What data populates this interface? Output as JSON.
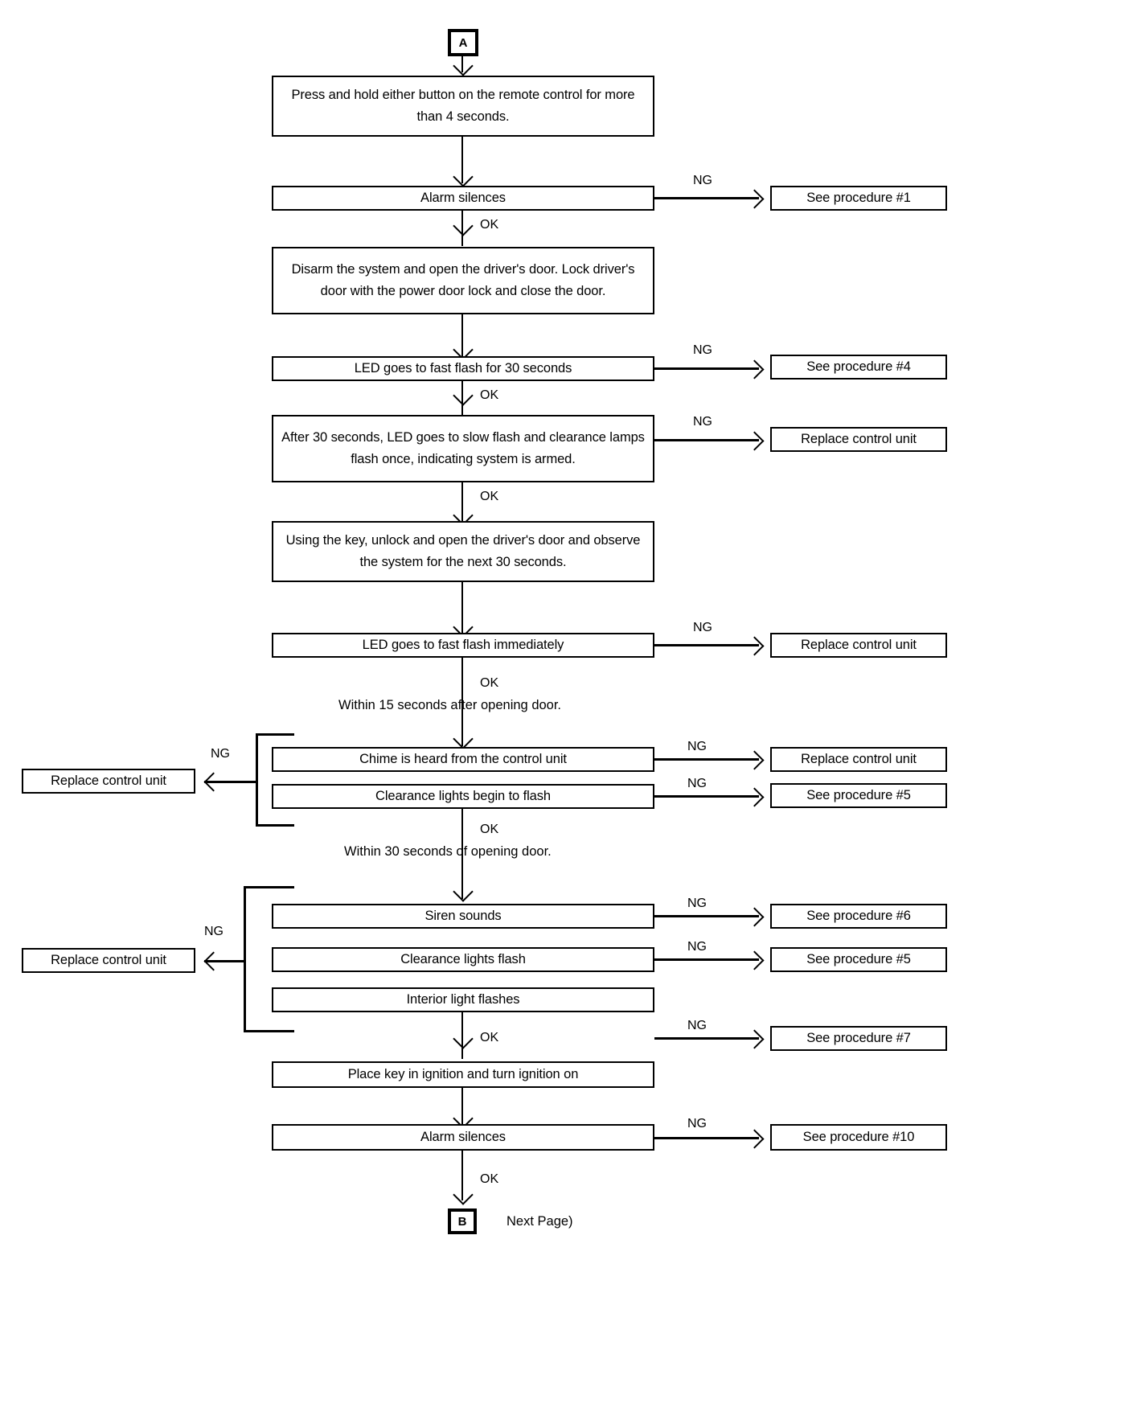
{
  "diagram": {
    "title": "Vehicle security system diagnostic flowchart (page 1)",
    "connector_in": "A",
    "connector_out": "B",
    "next_page_note": "Next Page)",
    "labels": {
      "ok": "OK",
      "ng": "NG"
    },
    "notes": {
      "within15": "Within 15 seconds after opening door.",
      "within30": "Within 30 seconds of opening door."
    },
    "steps": {
      "press_hold": "Press and hold either button on the remote control for more than 4 seconds.",
      "alarm_silences_1": "Alarm silences",
      "disarm": "Disarm the system and open the driver's door. Lock driver's door with the power door lock and close the door.",
      "led_fast_30": "LED goes to fast flash for 30 seconds",
      "after_30": "After 30 seconds, LED goes to slow flash and clearance lamps flash once, indicating system is armed.",
      "using_key": "Using the key, unlock and open the driver's door and observe the system for the next 30 seconds.",
      "led_fast_immediate": "LED goes to fast flash immediately",
      "chime": "Chime is heard from the control unit",
      "clearance_begin": "Clearance lights begin to flash",
      "siren": "Siren sounds",
      "clearance_flash": "Clearance lights flash",
      "interior_light": "Interior light flashes",
      "place_key": "Place key in ignition and turn ignition on",
      "alarm_silences_2": "Alarm silences"
    },
    "outcomes": {
      "proc1": "See procedure #1",
      "proc4": "See procedure #4",
      "replace_1": "Replace control unit",
      "replace_2": "Replace control unit",
      "replace_chime": "Replace control unit",
      "proc5_a": "See procedure #5",
      "replace_left_1": "Replace control unit",
      "proc6": "See procedure #6",
      "proc5_b": "See procedure #5",
      "proc7": "See procedure #7",
      "replace_left_2": "Replace control unit",
      "proc10": "See procedure #10"
    }
  },
  "chart_data": {
    "type": "diagram",
    "subtype": "flowchart",
    "orientation": "top-to-bottom",
    "nodes": [
      {
        "id": "A",
        "kind": "connector",
        "label": "A"
      },
      {
        "id": "n1",
        "kind": "process",
        "label": "Press and hold either button on the remote control for more than 4 seconds."
      },
      {
        "id": "n2",
        "kind": "test",
        "label": "Alarm silences"
      },
      {
        "id": "n3",
        "kind": "process",
        "label": "Disarm the system and open the driver's door. Lock driver's door with the power door lock and close the door."
      },
      {
        "id": "n4",
        "kind": "test",
        "label": "LED goes to fast flash for 30 seconds"
      },
      {
        "id": "n5",
        "kind": "test",
        "label": "After 30 seconds, LED goes to slow flash and clearance lamps flash once, indicating system is armed."
      },
      {
        "id": "n6",
        "kind": "process",
        "label": "Using the key, unlock and open the driver's door and observe the system for the next 30 seconds."
      },
      {
        "id": "n7",
        "kind": "test",
        "label": "LED goes to fast flash immediately"
      },
      {
        "id": "n8",
        "kind": "test",
        "label": "Chime is heard from the control unit"
      },
      {
        "id": "n9",
        "kind": "test",
        "label": "Clearance lights begin to flash"
      },
      {
        "id": "n10",
        "kind": "test",
        "label": "Siren sounds"
      },
      {
        "id": "n11",
        "kind": "test",
        "label": "Clearance lights flash"
      },
      {
        "id": "n12",
        "kind": "test",
        "label": "Interior light flashes"
      },
      {
        "id": "n13",
        "kind": "process",
        "label": "Place key in ignition and turn ignition on"
      },
      {
        "id": "n14",
        "kind": "test",
        "label": "Alarm silences"
      },
      {
        "id": "B",
        "kind": "connector",
        "label": "B"
      },
      {
        "id": "r1",
        "kind": "outcome",
        "label": "See procedure #1"
      },
      {
        "id": "r2",
        "kind": "outcome",
        "label": "See procedure #4"
      },
      {
        "id": "r3",
        "kind": "outcome",
        "label": "Replace control unit"
      },
      {
        "id": "r4",
        "kind": "outcome",
        "label": "Replace control unit"
      },
      {
        "id": "r5",
        "kind": "outcome",
        "label": "Replace control unit"
      },
      {
        "id": "r6",
        "kind": "outcome",
        "label": "See procedure #5"
      },
      {
        "id": "r7",
        "kind": "outcome",
        "label": "Replace control unit"
      },
      {
        "id": "r8",
        "kind": "outcome",
        "label": "See procedure #6"
      },
      {
        "id": "r9",
        "kind": "outcome",
        "label": "See procedure #5"
      },
      {
        "id": "r10",
        "kind": "outcome",
        "label": "See procedure #7"
      },
      {
        "id": "r11",
        "kind": "outcome",
        "label": "Replace control unit"
      },
      {
        "id": "r12",
        "kind": "outcome",
        "label": "See procedure #10"
      }
    ],
    "edges": [
      {
        "from": "A",
        "to": "n1",
        "label": ""
      },
      {
        "from": "n1",
        "to": "n2",
        "label": ""
      },
      {
        "from": "n2",
        "to": "r1",
        "label": "NG"
      },
      {
        "from": "n2",
        "to": "n3",
        "label": "OK"
      },
      {
        "from": "n3",
        "to": "n4",
        "label": ""
      },
      {
        "from": "n4",
        "to": "r2",
        "label": "NG"
      },
      {
        "from": "n4",
        "to": "n5",
        "label": "OK"
      },
      {
        "from": "n5",
        "to": "r3",
        "label": "NG"
      },
      {
        "from": "n5",
        "to": "n6",
        "label": "OK"
      },
      {
        "from": "n6",
        "to": "n7",
        "label": ""
      },
      {
        "from": "n7",
        "to": "r4",
        "label": "NG"
      },
      {
        "from": "n7",
        "to": "n8",
        "label": "OK / Within 15 seconds after opening door."
      },
      {
        "from": "n8",
        "to": "r5",
        "label": "NG"
      },
      {
        "from": "n9",
        "to": "r6",
        "label": "NG"
      },
      {
        "from": "n8,n9",
        "to": "r7",
        "label": "NG"
      },
      {
        "from": "n9",
        "to": "n10",
        "label": "OK / Within 30 seconds of opening door."
      },
      {
        "from": "n10",
        "to": "r8",
        "label": "NG"
      },
      {
        "from": "n11",
        "to": "r9",
        "label": "NG"
      },
      {
        "from": "n12",
        "to": "r10",
        "label": "NG"
      },
      {
        "from": "n10,n11,n12",
        "to": "r11",
        "label": "NG"
      },
      {
        "from": "n12",
        "to": "n13",
        "label": "OK"
      },
      {
        "from": "n13",
        "to": "n14",
        "label": ""
      },
      {
        "from": "n14",
        "to": "r12",
        "label": "NG"
      },
      {
        "from": "n14",
        "to": "B",
        "label": "OK"
      }
    ]
  }
}
